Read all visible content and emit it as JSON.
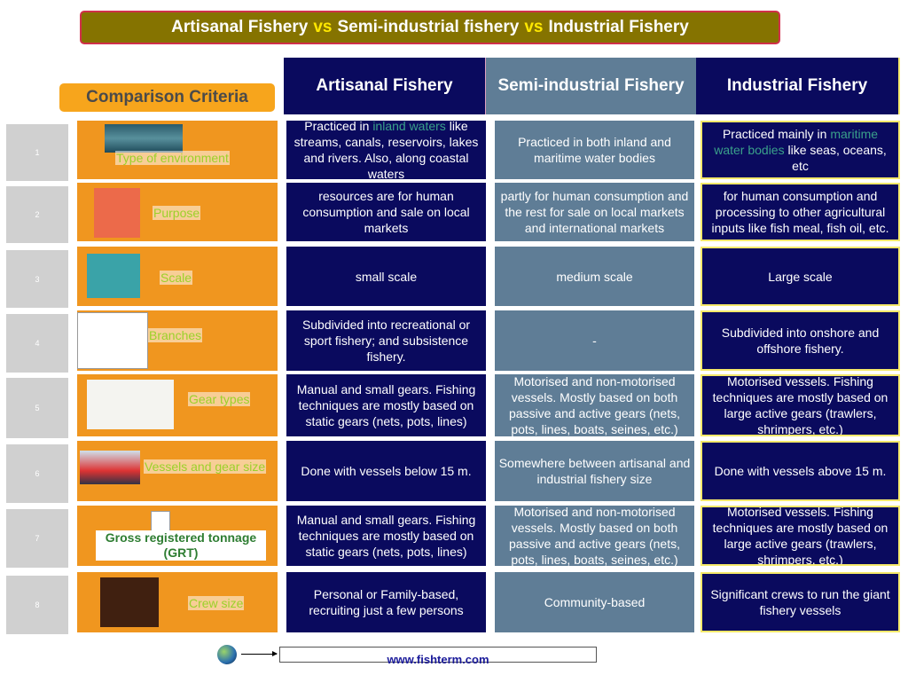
{
  "title": {
    "part1": "Artisanal Fishery",
    "vs1": "vs",
    "part2": "Semi-industrial fishery",
    "vs2": "vs",
    "part3": "Industrial Fishery"
  },
  "headers": {
    "criteria": "Comparison Criteria",
    "artisanal": "Artisanal Fishery",
    "semi": "Semi-industrial Fishery",
    "industrial": "Industrial Fishery"
  },
  "rows": [
    {
      "num": "1",
      "criterion": "Type of environment",
      "icon": "water-image",
      "artisanal": [
        {
          "t": "Practiced in "
        },
        {
          "t": "inland waters",
          "hl": true
        },
        {
          "t": " like streams, canals, reservoirs, lakes and rivers. Also, along coastal waters"
        }
      ],
      "semi": [
        {
          "t": "Practiced in both inland and maritime water bodies"
        }
      ],
      "industrial": [
        {
          "t": "Practiced mainly in "
        },
        {
          "t": "maritime water bodies",
          "hl": true
        },
        {
          "t": " like seas, oceans, etc"
        }
      ]
    },
    {
      "num": "2",
      "criterion": "Purpose",
      "icon": "purpose-image",
      "artisanal": [
        {
          "t": "resources are for human consumption and sale on local markets"
        }
      ],
      "semi": [
        {
          "t": "partly for human consumption and the rest for sale on local markets and international markets"
        }
      ],
      "industrial": [
        {
          "t": "for human consumption and processing to other agricultural inputs like fish meal, fish oil, etc."
        }
      ]
    },
    {
      "num": "3",
      "criterion": "Scale",
      "icon": "target-image",
      "artisanal": [
        {
          "t": "small scale"
        }
      ],
      "semi": [
        {
          "t": "medium scale"
        }
      ],
      "industrial": [
        {
          "t": "Large scale"
        }
      ]
    },
    {
      "num": "4",
      "criterion": "Branches",
      "icon": "tree-diagram-image",
      "artisanal": [
        {
          "t": "Subdivided into recreational or sport fishery; and subsistence fishery."
        }
      ],
      "semi": [
        {
          "t": "-"
        }
      ],
      "industrial": [
        {
          "t": "Subdivided into onshore and offshore fishery."
        }
      ]
    },
    {
      "num": "5",
      "criterion": "Gear types",
      "icon": "fishing-gear-image",
      "artisanal": [
        {
          "t": "Manual and small gears. Fishing techniques are mostly based on static gears (nets, pots, lines)"
        }
      ],
      "semi": [
        {
          "t": "Motorised and non-motorised vessels. Mostly based on both passive and active gears (nets, pots, lines, boats, seines, etc.)"
        }
      ],
      "industrial": [
        {
          "t": "Motorised vessels. Fishing techniques are mostly based on large active gears (trawlers, shrimpers, etc.)"
        }
      ]
    },
    {
      "num": "6",
      "criterion": "Vessels and gear size",
      "icon": "vessel-image",
      "artisanal": [
        {
          "t": "Done with vessels below 15 m."
        }
      ],
      "semi": [
        {
          "t": "Somewhere between artisanal and industrial fishery size"
        }
      ],
      "industrial": [
        {
          "t": "Done with vessels above 15 m."
        }
      ]
    },
    {
      "num": "7",
      "criterion": "Gross registered tonnage (GRT)",
      "icon": "scale-balance-image",
      "artisanal": [
        {
          "t": "Manual and small gears. Fishing techniques are mostly based on static gears (nets, pots, lines)"
        }
      ],
      "semi": [
        {
          "t": "Motorised and non-motorised vessels. Mostly based on both passive and active gears (nets, pots, lines, boats, seines, etc.)"
        }
      ],
      "industrial": [
        {
          "t": "Motorised vessels. Fishing techniques are mostly based on large active gears (trawlers, shrimpers, etc.)"
        }
      ]
    },
    {
      "num": "8",
      "criterion": "Crew size",
      "icon": "crew-image",
      "artisanal": [
        {
          "t": "Personal or Family-based, recruiting just a few persons"
        }
      ],
      "semi": [
        {
          "t": "Community-based"
        }
      ],
      "industrial": [
        {
          "t": "Significant crews to run the giant fishery vessels"
        }
      ]
    }
  ],
  "footer": {
    "url": "www.fishterm.com"
  },
  "colors": {
    "navy": "#0a0a5e",
    "slate": "#5f7d96",
    "orange": "#f0961f",
    "title_bg": "#857300",
    "vs": "#ffe800"
  }
}
